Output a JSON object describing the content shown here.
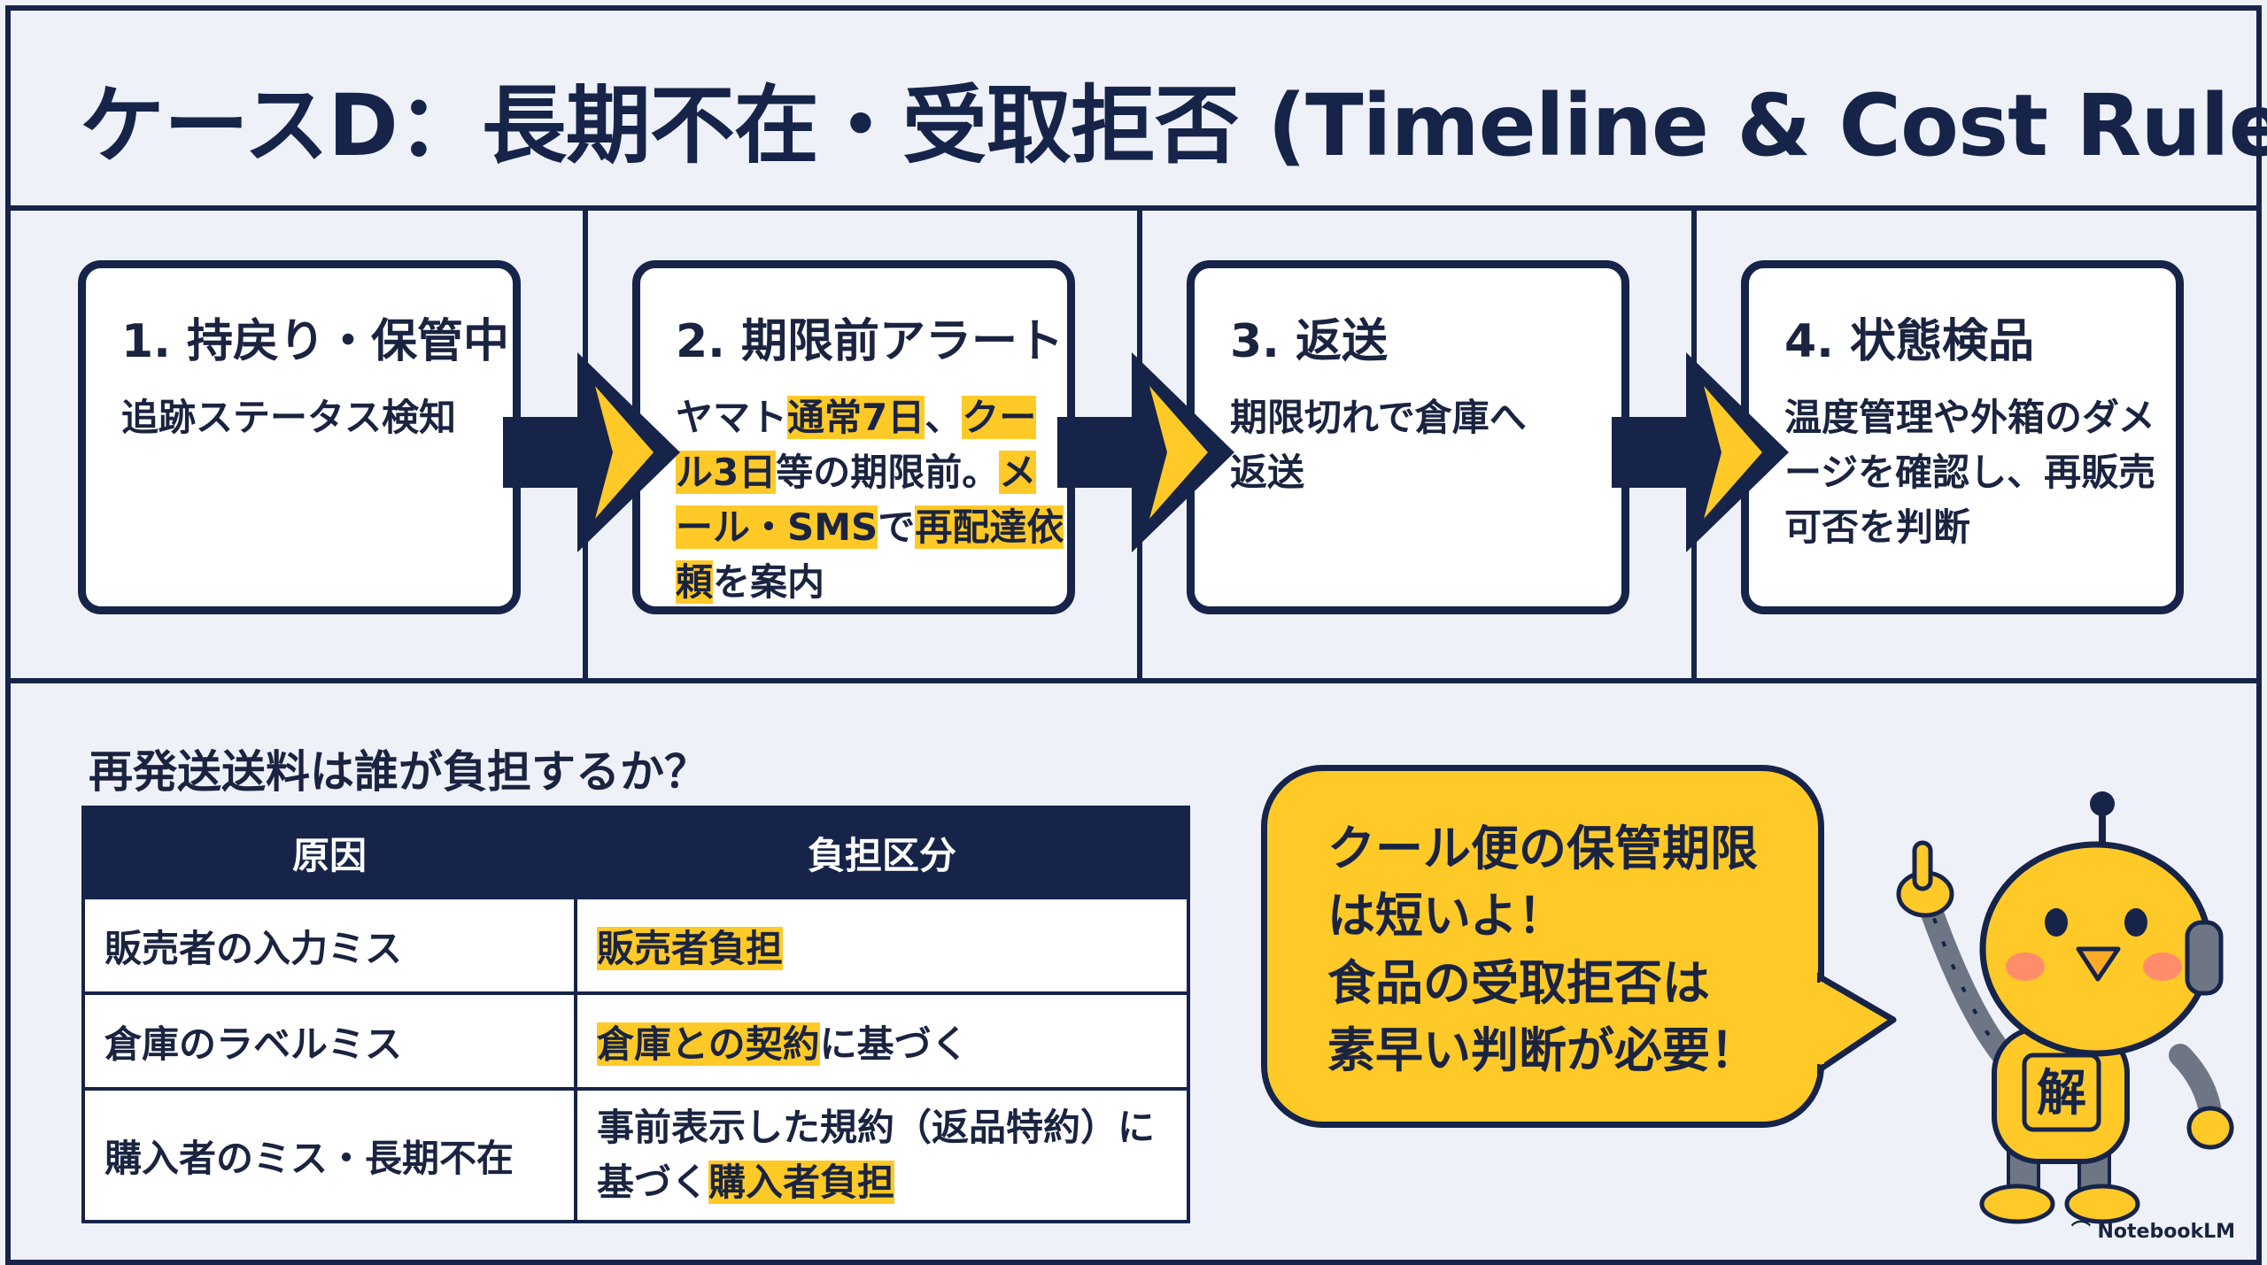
{
  "title": "ケースD：長期不在・受取拒否 (Timeline & Cost Rules)",
  "steps": [
    {
      "title": "1. 持戻り・保管中",
      "desc": [
        {
          "t": "追跡ステータス検知"
        }
      ]
    },
    {
      "title": "2. 期限前アラート",
      "desc": [
        {
          "t": "ヤマト"
        },
        {
          "t": "通常7日",
          "hl": true
        },
        {
          "t": "、"
        },
        {
          "t": "クール3日",
          "hl": true
        },
        {
          "t": "等の期限前。"
        },
        {
          "t": "メール・SMS",
          "hl": true
        },
        {
          "t": "で"
        },
        {
          "t": "再配達依頼",
          "hl": true
        },
        {
          "t": "を案内"
        }
      ]
    },
    {
      "title": "3. 返送",
      "desc": [
        {
          "t": "期限切れで倉庫へ返送"
        }
      ]
    },
    {
      "title": "4. 状態検品",
      "desc": [
        {
          "t": "温度管理や外箱のダメージを確認し、再販売可否を判断"
        }
      ]
    }
  ],
  "question": "再発送送料は誰が負担するか？",
  "table": {
    "headers": [
      "原因",
      "負担区分"
    ],
    "rows": [
      {
        "cause": "販売者の入力ミス",
        "burden": [
          {
            "t": "販売者負担",
            "hl": true
          }
        ]
      },
      {
        "cause": "倉庫のラベルミス",
        "burden": [
          {
            "t": "倉庫との契約",
            "hl": true
          },
          {
            "t": "に基づく"
          }
        ]
      },
      {
        "cause": "購入者のミス・長期不在",
        "burden": [
          {
            "t": "事前表示した規約（返品特約）に基づく"
          },
          {
            "t": "購入者負担",
            "hl": true
          }
        ]
      }
    ]
  },
  "bubble": {
    "lines": [
      "クール便の保管期限",
      "は短いよ！",
      "食品の受取拒否は",
      "素早い判断が必要！"
    ]
  },
  "mascot_badge": "解",
  "logo": "NotebookLM",
  "colors": {
    "navy": "#16244a",
    "highlight": "#ffc928",
    "background": "#eef1f7"
  }
}
